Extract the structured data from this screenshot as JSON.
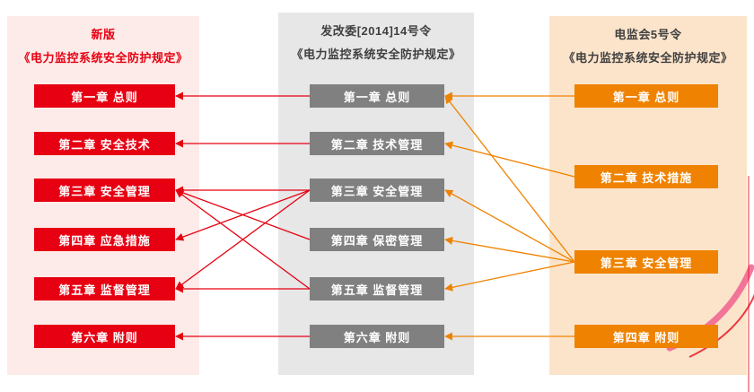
{
  "diagram": {
    "columns": [
      {
        "id": "new",
        "title_line1": "新版",
        "title_line2": "《电力监控系统安全防护规定》",
        "panel_color": "#fdebe9",
        "box_color": "#e60012",
        "title_color": "#e60012",
        "chapters": [
          "第一章 总则",
          "第二章 安全技术",
          "第三章 安全管理",
          "第四章 应急措施",
          "第五章 监督管理",
          "第六章 附则"
        ]
      },
      {
        "id": "ndrc",
        "title_line1": "发改委[2014]14号令",
        "title_line2": "《电力监控系统安全防护规定》",
        "panel_color": "#e7e7e7",
        "box_color": "#808080",
        "title_color": "#3f3f3f",
        "chapters": [
          "第一章 总则",
          "第二章 技术管理",
          "第三章 安全管理",
          "第四章 保密管理",
          "第五章 监督管理",
          "第六章 附则"
        ]
      },
      {
        "id": "serc",
        "title_line1": "电监会5号令",
        "title_line2": "《电力监控系统安全防护规定》",
        "panel_color": "#fce4cb",
        "box_color": "#ef8200",
        "title_color": "#3f3f3f",
        "chapters": [
          "第一章 总则",
          "第二章 技术措施",
          "第三章 安全管理",
          "第四章 附则"
        ]
      }
    ],
    "connections": {
      "red_color": "#e60012",
      "orange_color": "#ef8200",
      "ndrc_to_new": [
        [
          0,
          0
        ],
        [
          1,
          1
        ],
        [
          2,
          2
        ],
        [
          2,
          3
        ],
        [
          2,
          4
        ],
        [
          3,
          2
        ],
        [
          4,
          2
        ],
        [
          4,
          4
        ],
        [
          5,
          5
        ]
      ],
      "serc_to_ndrc": [
        [
          0,
          0
        ],
        [
          1,
          1
        ],
        [
          2,
          0
        ],
        [
          2,
          2
        ],
        [
          2,
          3
        ],
        [
          2,
          4
        ],
        [
          3,
          5
        ]
      ]
    },
    "decoration": {
      "swoosh_pink": "#f0608f",
      "swoosh_red": "#e60012"
    }
  }
}
